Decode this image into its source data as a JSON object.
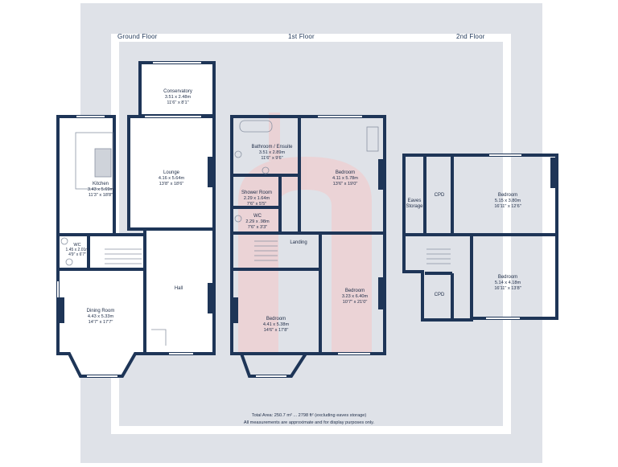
{
  "floors": {
    "ground": "Ground Floor",
    "first": "1st Floor",
    "second": "2nd Floor"
  },
  "rooms": {
    "conservatory": {
      "name": "Conservatory",
      "metric": "3.51 x 2.48m",
      "imperial": "11'6\" x 8'1\""
    },
    "lounge": {
      "name": "Lounge",
      "metric": "4.16 x 5.64m",
      "imperial": "13'8\" x 18'6\""
    },
    "kitchen": {
      "name": "Kitchen",
      "metric": "3.43 x 5.69m",
      "imperial": "11'3\" x 18'8\""
    },
    "wc_ground": {
      "name": "WC",
      "metric": "1.45 x 2.01m",
      "imperial": "4'9\" x 6'7\""
    },
    "hall": {
      "name": "Hall"
    },
    "dining": {
      "name": "Dining Room",
      "metric": "4.43 x 5.33m",
      "imperial": "14'7\" x 17'7\""
    },
    "bathroom": {
      "name": "Bathroom / Ensuite",
      "metric": "3.51 x 2.89m",
      "imperial": "11'6\" x 9'6\""
    },
    "bedroom_1a": {
      "name": "Bedroom",
      "metric": "4.11 x 5.78m",
      "imperial": "13'6\" x 19'0\""
    },
    "shower": {
      "name": "Shower Room",
      "metric": "2.29 x 1.64m",
      "imperial": "7'6\" x 5'5\""
    },
    "wc_first": {
      "name": "WC",
      "metric": "2.29 x .98m",
      "imperial": "7'6\" x 3'3\""
    },
    "landing": {
      "name": "Landing"
    },
    "bedroom_1b": {
      "name": "Bedroom",
      "metric": "3.23 x 6.40m",
      "imperial": "10'7\" x 21'0\""
    },
    "bedroom_1c": {
      "name": "Bedroom",
      "metric": "4.41 x 5.38m",
      "imperial": "14'6\" x 17'8\""
    },
    "eaves": {
      "name": "Eaves\nStorage"
    },
    "cpd_a": {
      "name": "CPD"
    },
    "bedroom_2a": {
      "name": "Bedroom",
      "metric": "5.15 x 3.80m",
      "imperial": "16'11\" x 12'6\""
    },
    "cpd_b": {
      "name": "CPD"
    },
    "bedroom_2b": {
      "name": "Bedroom",
      "metric": "5.14 x 4.18m",
      "imperial": "16'11\" x 13'8\""
    }
  },
  "footer": {
    "total_area": "Total Area: 250.7 m² ... 2798 ft² (excluding eaves storage)",
    "disclaimer": "All measurements are approximate and for display purposes only."
  },
  "colors": {
    "wall": "#1e3557",
    "floor_fill": "#ffffff",
    "backdrop": "#dfe2e8",
    "watermark": "#f6cfcf"
  }
}
